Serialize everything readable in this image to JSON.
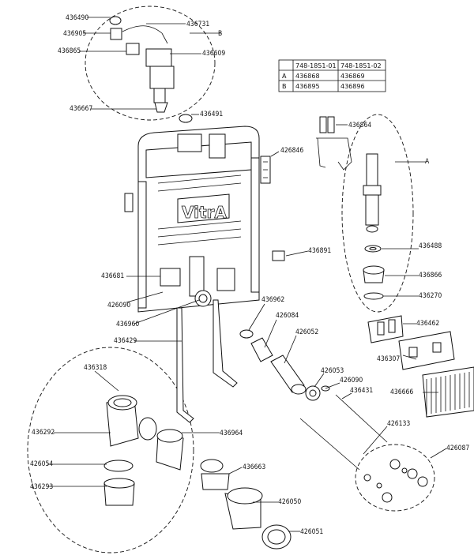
{
  "table": {
    "headers": [
      "",
      "748-1851-01",
      "748-1851-02"
    ],
    "rows": [
      [
        "A",
        "436868",
        "436869"
      ],
      [
        "B",
        "436895",
        "436896"
      ]
    ]
  },
  "logo_text": "VitrA",
  "labels": {
    "p436490": "436490",
    "p436731": "436731",
    "pB": "B",
    "p436905": "436905",
    "p436865": "436865",
    "p436609": "436609",
    "p436667": "436667",
    "p436491": "436491",
    "p426846": "426846",
    "p436864": "436864",
    "pA": "A",
    "p436488": "436488",
    "p436891": "436891",
    "p436681": "436681",
    "p436866": "436866",
    "p426090a": "426090",
    "p436270": "436270",
    "p436962": "436962",
    "p426084": "426084",
    "p436960": "436960",
    "p436462": "436462",
    "p426052": "426052",
    "p436429": "436429",
    "p436307": "436307",
    "p426053": "426053",
    "p436318": "436318",
    "p426090b": "426090",
    "p436431": "436431",
    "p436666": "436666",
    "p436292": "436292",
    "p436964": "436964",
    "p426133": "426133",
    "p426087": "426087",
    "p426054": "426054",
    "p436663": "436663",
    "p436293": "436293",
    "p426050": "426050",
    "p426051": "426051"
  }
}
